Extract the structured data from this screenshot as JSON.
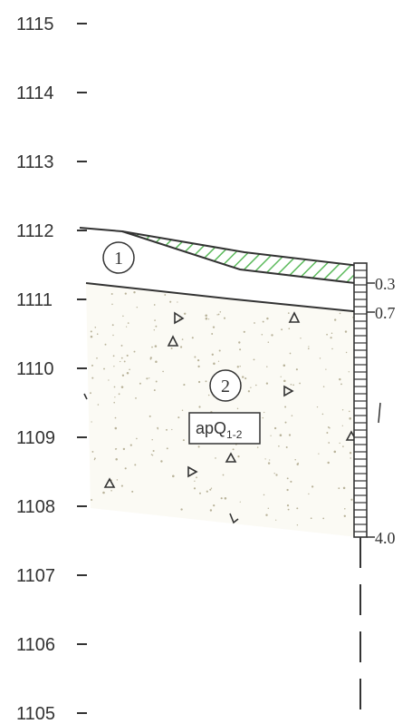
{
  "elevation_scale": {
    "ticks": [
      1115,
      1114,
      1113,
      1112,
      1111,
      1110,
      1109,
      1108,
      1107,
      1106,
      1105
    ]
  },
  "layers": [
    {
      "id": "1",
      "label": "1"
    },
    {
      "id": "2",
      "label": "2",
      "code": "apQ",
      "code_sub": "1-2"
    }
  ],
  "borehole": {
    "depth_marks": [
      "0.3",
      "0.7",
      "4.0"
    ]
  },
  "colors": {
    "line": "#333333",
    "hatch": "#3fae3f",
    "speckle": "#b9b39a"
  }
}
